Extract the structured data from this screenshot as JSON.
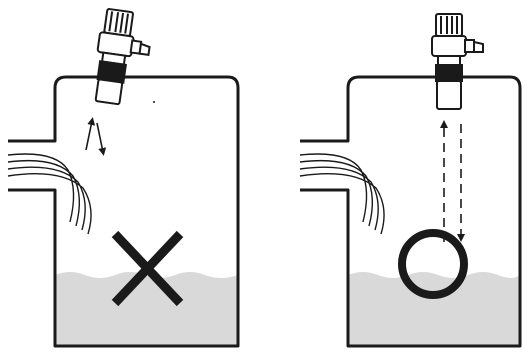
{
  "panels": [
    {
      "id": "incorrect",
      "mark": "cross",
      "sensor": "tilted",
      "signal": "reflected-arrows"
    },
    {
      "id": "correct",
      "mark": "circle",
      "sensor": "vertical",
      "signal": "dashed-arrows"
    }
  ],
  "colors": {
    "line": "#1a1a1a",
    "liquid": "#d9d9d9",
    "background": "#ffffff"
  }
}
